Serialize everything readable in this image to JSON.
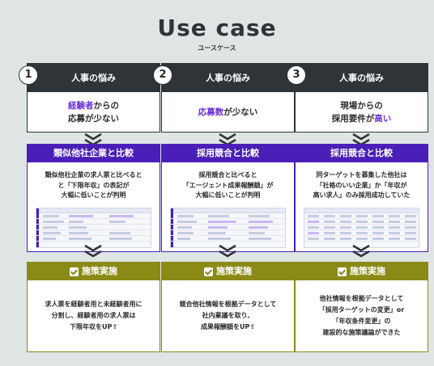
{
  "header": {
    "title": "Use case",
    "subtitle": "ユースケース"
  },
  "cases": [
    {
      "number": "1",
      "worry_label": "人事の悩み",
      "worry_line1_hl": "経験者",
      "worry_line1_rest": "からの",
      "worry_line2": "応募が少ない",
      "compare_label": "類似他社企業と比較",
      "compare_line1": "類似他社企業の求人票と比べると",
      "compare_line2": "と「下限年収」の表記が",
      "compare_line3": "大幅に低いことが判明",
      "action_label": "施策実施",
      "action_line1": "求人票を経験者用と未経験者用に",
      "action_line2": "分割し、経験者用の求人票は",
      "action_line3": "下限年収をUP⇧"
    },
    {
      "number": "2",
      "worry_label": "人事の悩み",
      "worry_line1_hl": "応募数",
      "worry_line1_rest": "が少ない",
      "compare_label": "採用競合と比較",
      "compare_line1": "採用競合と比べると",
      "compare_line2": "「エージェント成果報酬額」が",
      "compare_line3": "大幅に低いことが判明",
      "action_label": "施策実施",
      "action_line1": "競合他社情報を根拠データとして",
      "action_line2": "社内稟議を取り、",
      "action_line3": "成果報酬額をUP⇧"
    },
    {
      "number": "3",
      "worry_label": "人事の悩み",
      "worry_line1": "現場からの",
      "worry_line2_rest": "採用要件が",
      "worry_line2_hl": "高い",
      "compare_label": "採用競合と比較",
      "compare_line1": "同ターゲットを募集した他社は",
      "compare_line2": "「社格のいい企業」か「年収が",
      "compare_line3": "高い求人」のみ採用成功していた",
      "action_label": "施策実施",
      "action_line1": "他社情報を根拠データとして",
      "action_line2": "「採用ターゲットの変更」or",
      "action_line3": "「年収条件変更」の",
      "action_line4": "建設的な施策議論ができた"
    }
  ],
  "colors": {
    "dark": "#2f3438",
    "purple": "#4a1fb8",
    "highlight": "#6b2fd8",
    "olive": "#8a8a17",
    "background": "#dfe5e4"
  }
}
